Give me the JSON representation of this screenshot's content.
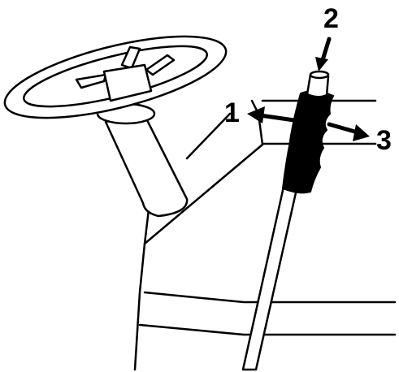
{
  "callouts": {
    "one": "1",
    "two": "2",
    "three": "3"
  },
  "colors": {
    "line": "#000000",
    "fill": "#ffffff",
    "grip": "#000000"
  },
  "icons": {
    "steering_wheel": "steering-wheel-icon",
    "lever": "lever-icon",
    "arrow": "arrow-icon"
  }
}
